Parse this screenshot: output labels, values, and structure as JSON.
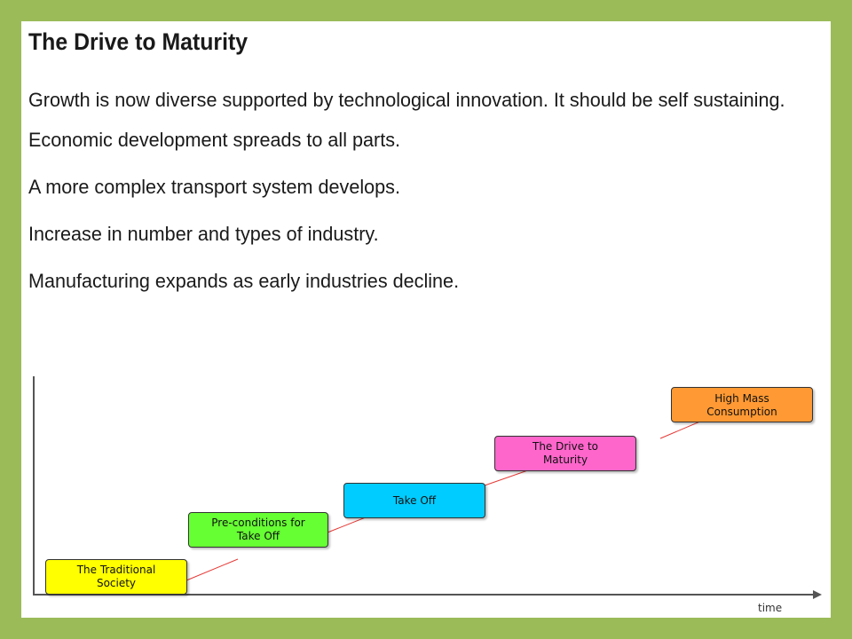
{
  "slide": {
    "title": "The Drive to Maturity",
    "bullets": [
      "Growth is now diverse supported by technological innovation.  It should be self sustaining.",
      "Economic development spreads to all parts.",
      "A more complex transport system develops.",
      "Increase in number and types of industry.",
      "Manufacturing expands as early industries decline."
    ]
  },
  "diagram": {
    "x_axis_label": "time",
    "stages": [
      {
        "label": "The Traditional Society",
        "color": "#ffff00"
      },
      {
        "label": "Pre-conditions for Take Off",
        "color": "#66ff33"
      },
      {
        "label": "Take Off",
        "color": "#00ccff"
      },
      {
        "label": "The Drive to Maturity",
        "color": "#ff66cc"
      },
      {
        "label": "High Mass Consumption",
        "color": "#ff9933"
      }
    ]
  },
  "colors": {
    "background": "#9bbb59",
    "connector": "#e53935"
  }
}
